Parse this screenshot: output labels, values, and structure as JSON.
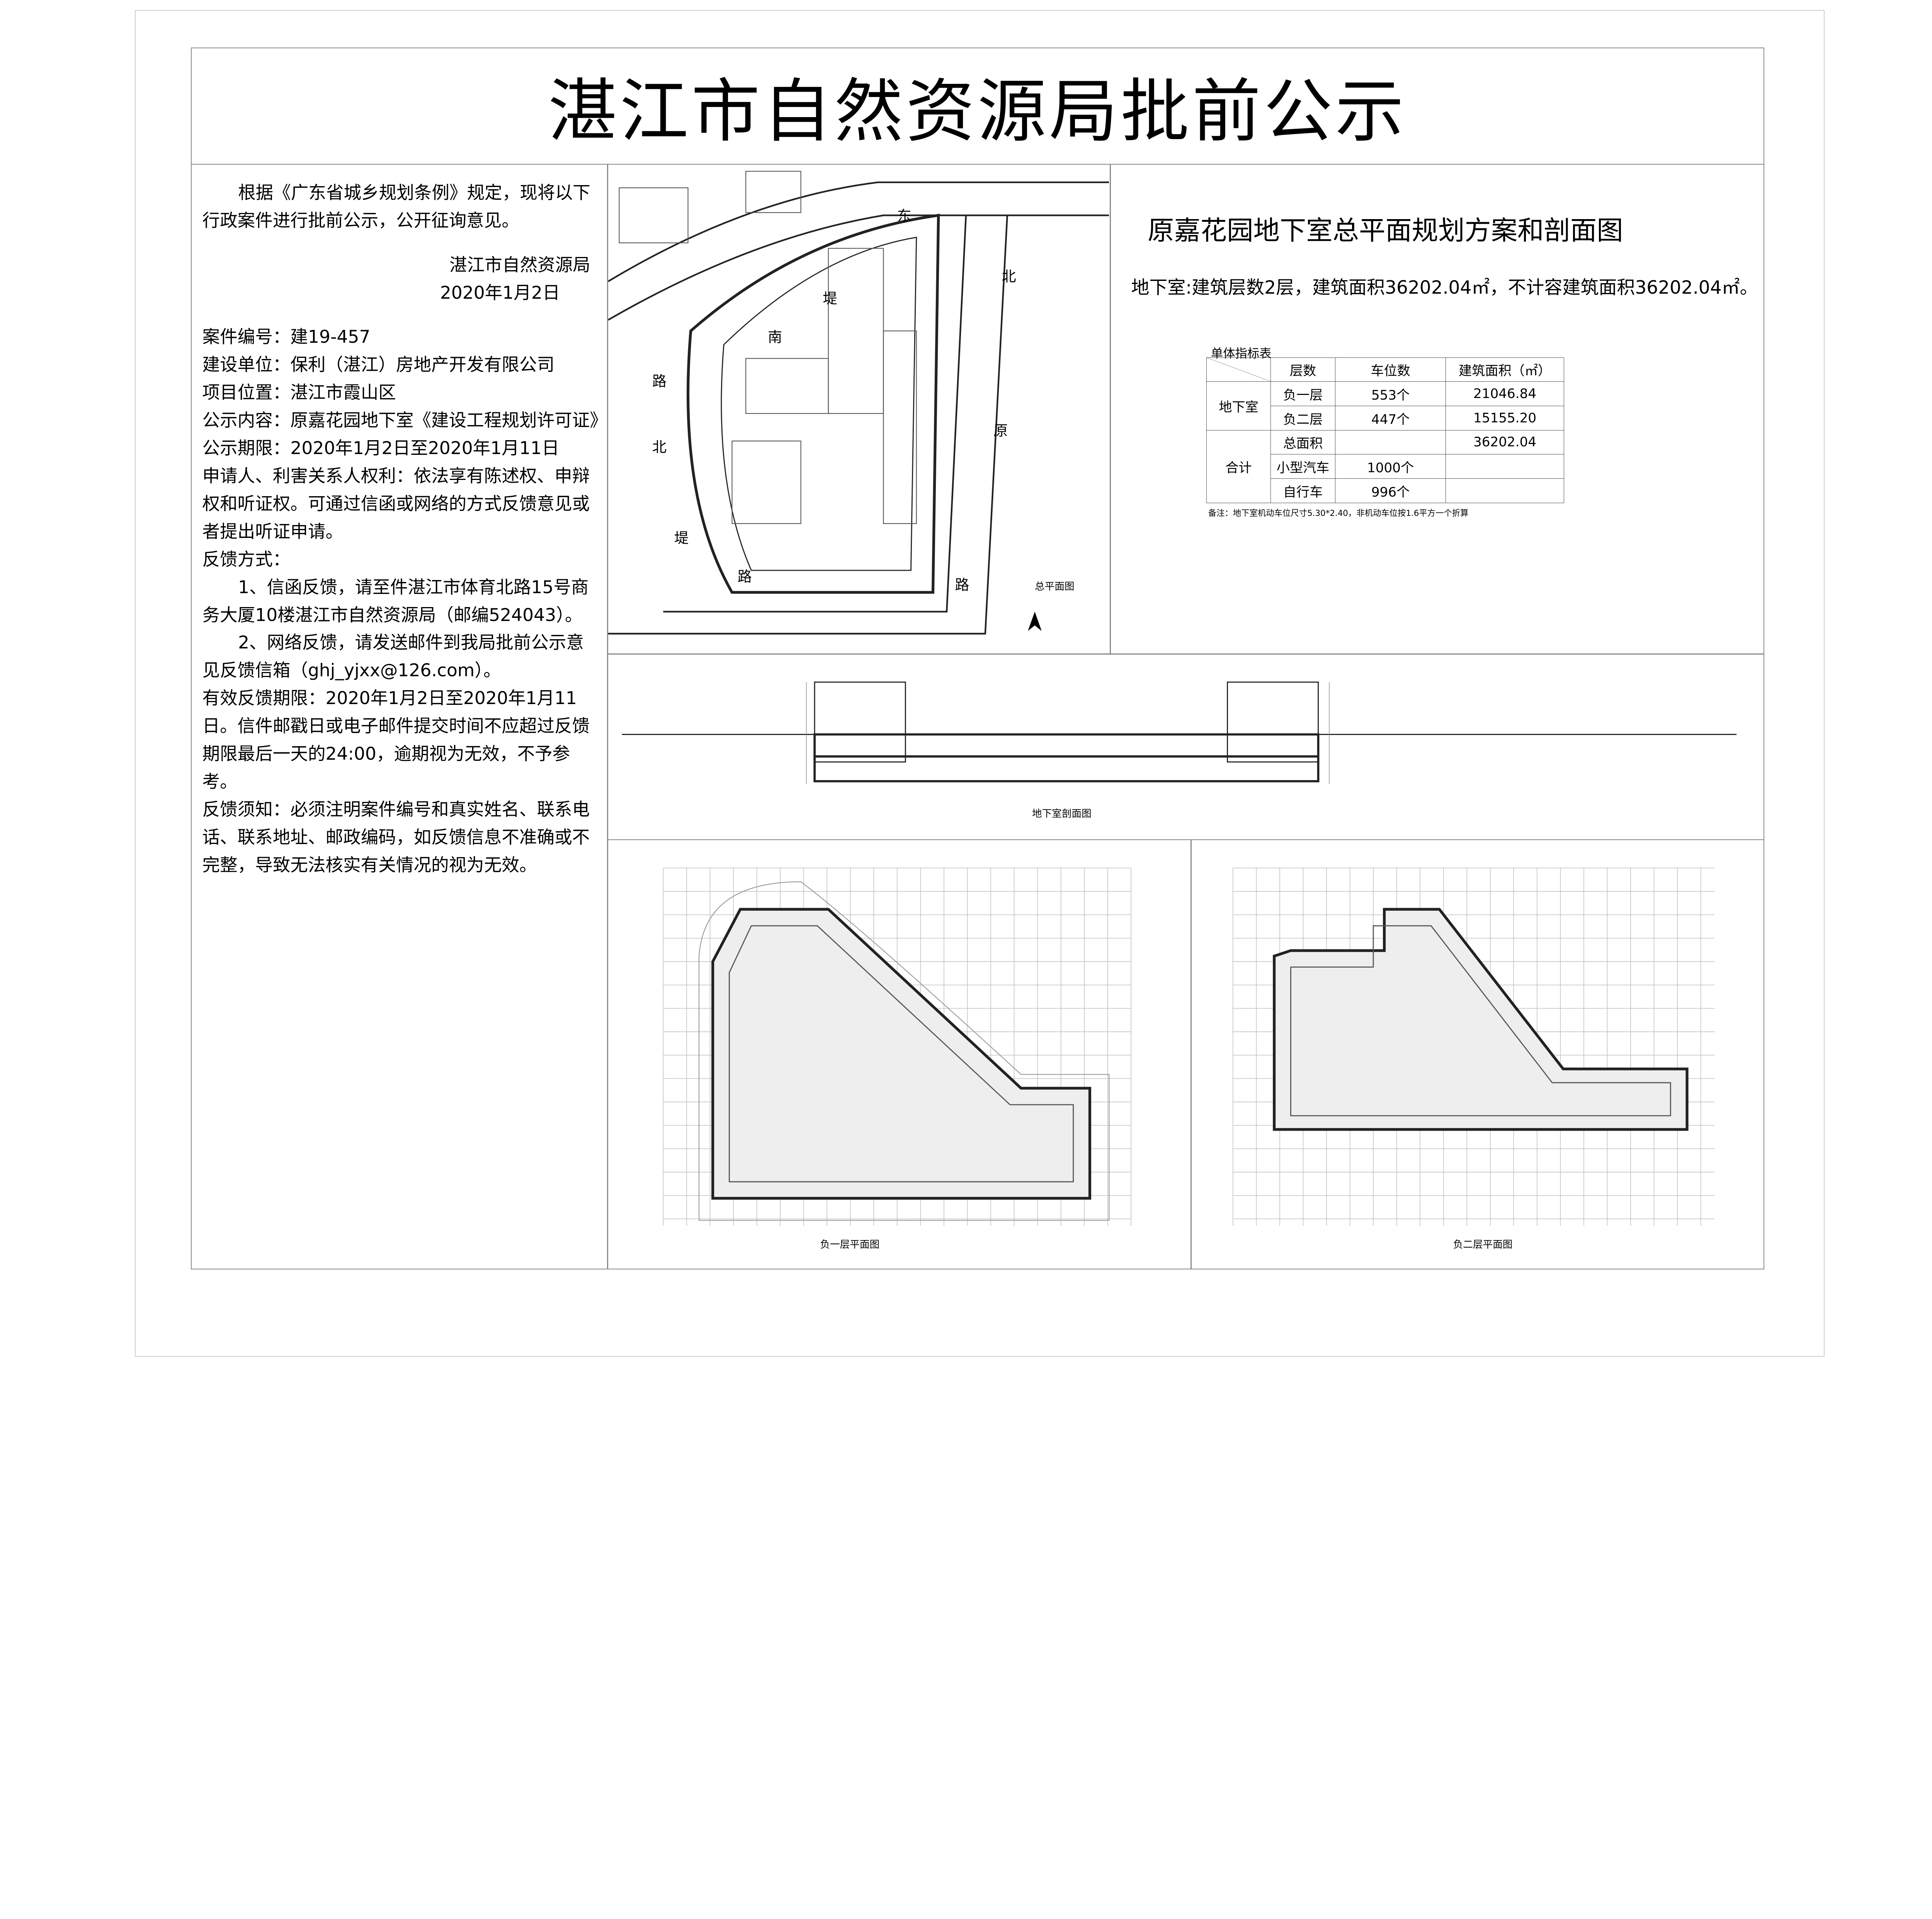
{
  "title": "湛江市自然资源局批前公示",
  "notice": {
    "intro": "根据《广东省城乡规划条例》规定，现将以下行政案件进行批前公示，公开征询意见。",
    "issuer": "湛江市自然资源局",
    "date": "2020年1月2日",
    "case_no": "案件编号：建19-457",
    "builder": "建设单位：保利（湛江）房地产开发有限公司",
    "location": "项目位置：湛江市霞山区",
    "content": "公示内容：原嘉花园地下室《建设工程规划许可证》",
    "period": "公示期限：2020年1月2日至2020年1月11日",
    "rights": "申请人、利害关系人权利：依法享有陈述权、申辩权和听证权。可通过信函或网络的方式反馈意见或者提出听证申请。",
    "feedback_heading": "反馈方式：",
    "feedback_1": "1、信函反馈，请至件湛江市体育北路15号商务大厦10楼湛江市自然资源局（邮编524043）。",
    "feedback_2": "2、网络反馈，请发送邮件到我局批前公示意见反馈信箱（ghj_yjxx@126.com）。",
    "valid_period": "有效反馈期限：2020年1月2日至2020年1月11日。信件邮戳日或电子邮件提交时间不应超过反馈期限最后一天的24:00，逾期视为无效，不予参考。",
    "requirements": "反馈须知：必须注明案件编号和真实姓名、联系电话、联系地址、邮政编码，如反馈信息不准确或不完整，导致无法核实有关情况的视为无效。"
  },
  "plan": {
    "title": "原嘉花园地下室总平面规划方案和剖面图",
    "summary": "地下室:建筑层数2层，建筑面积36202.04㎡，不计容建筑面积36202.04㎡。",
    "site_plan_caption": "总平面图",
    "road_labels": [
      "东",
      "堤",
      "南",
      "路",
      "北",
      "原",
      "北",
      "堤",
      "路",
      "路"
    ],
    "section_caption": "地下室剖面图",
    "b1_caption": "负一层平面图",
    "b2_caption": "负二层平面图"
  },
  "table": {
    "title": "单体指标表",
    "headers": [
      "层数",
      "车位数",
      "建筑面积（㎡）"
    ],
    "group_basement": "地下室",
    "group_total": "合计",
    "rows": [
      {
        "floor": "负一层",
        "spaces": "553个",
        "area": "21046.84"
      },
      {
        "floor": "负二层",
        "spaces": "447个",
        "area": "15155.20"
      },
      {
        "floor": "总面积",
        "spaces": "",
        "area": "36202.04"
      },
      {
        "floor": "小型汽车",
        "spaces": "1000个",
        "area": ""
      },
      {
        "floor": "自行车",
        "spaces": "996个",
        "area": ""
      }
    ],
    "note": "备注：地下室机动车位尺寸5.30*2.40，非机动车位按1.6平方一个折算"
  }
}
